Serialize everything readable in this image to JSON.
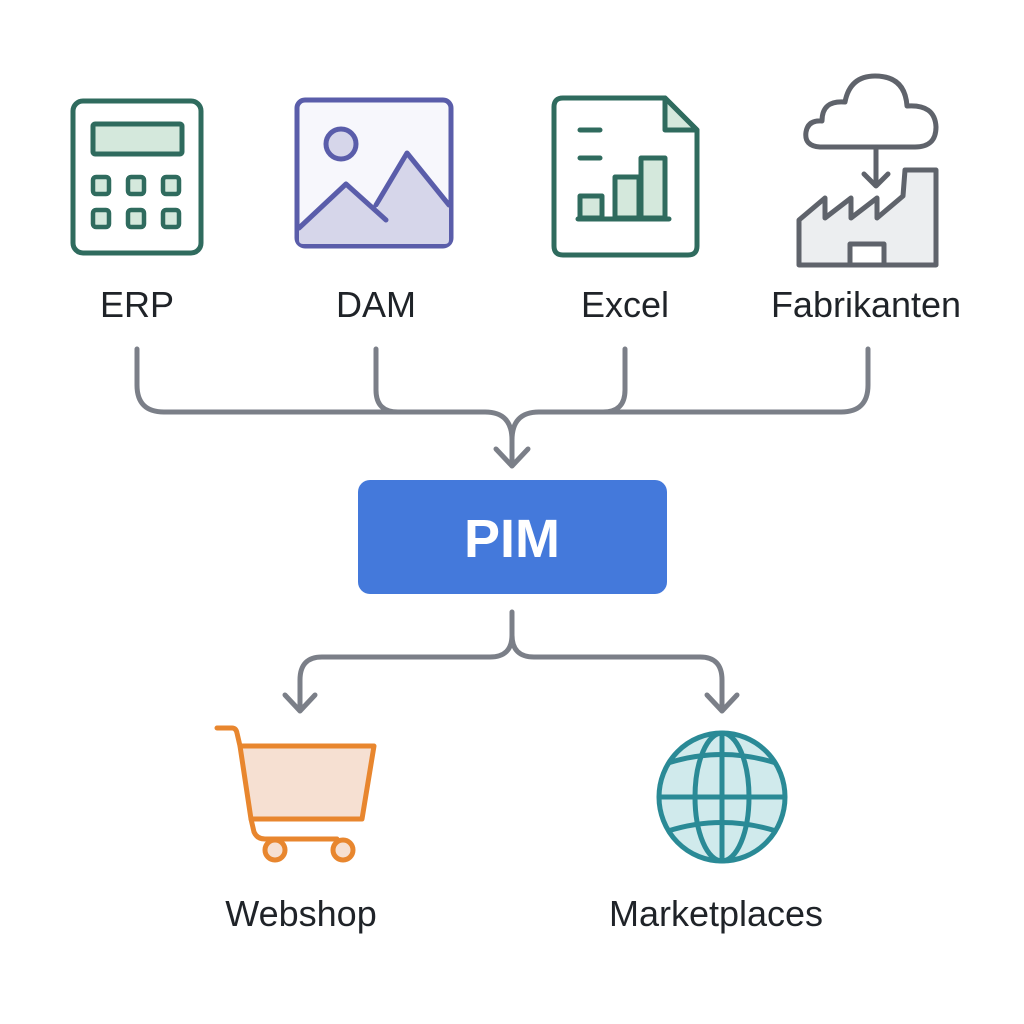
{
  "sources": [
    {
      "label": "ERP",
      "icon": "calculator-icon"
    },
    {
      "label": "DAM",
      "icon": "image-icon"
    },
    {
      "label": "Excel",
      "icon": "spreadsheet-document-icon"
    },
    {
      "label": "Fabrikanten",
      "icon": "cloud-factory-icon"
    }
  ],
  "hub": {
    "label": "PIM",
    "color": "#4479DB"
  },
  "outputs": [
    {
      "label": "Webshop",
      "icon": "shopping-cart-icon"
    },
    {
      "label": "Marketplaces",
      "icon": "globe-icon"
    }
  ],
  "colors": {
    "teal_green": "#2F6B5E",
    "purple": "#5A5DAA",
    "gray": "#5F636B",
    "orange": "#E8862E",
    "globe": "#2A8A96",
    "connector": "#7B7F88"
  }
}
